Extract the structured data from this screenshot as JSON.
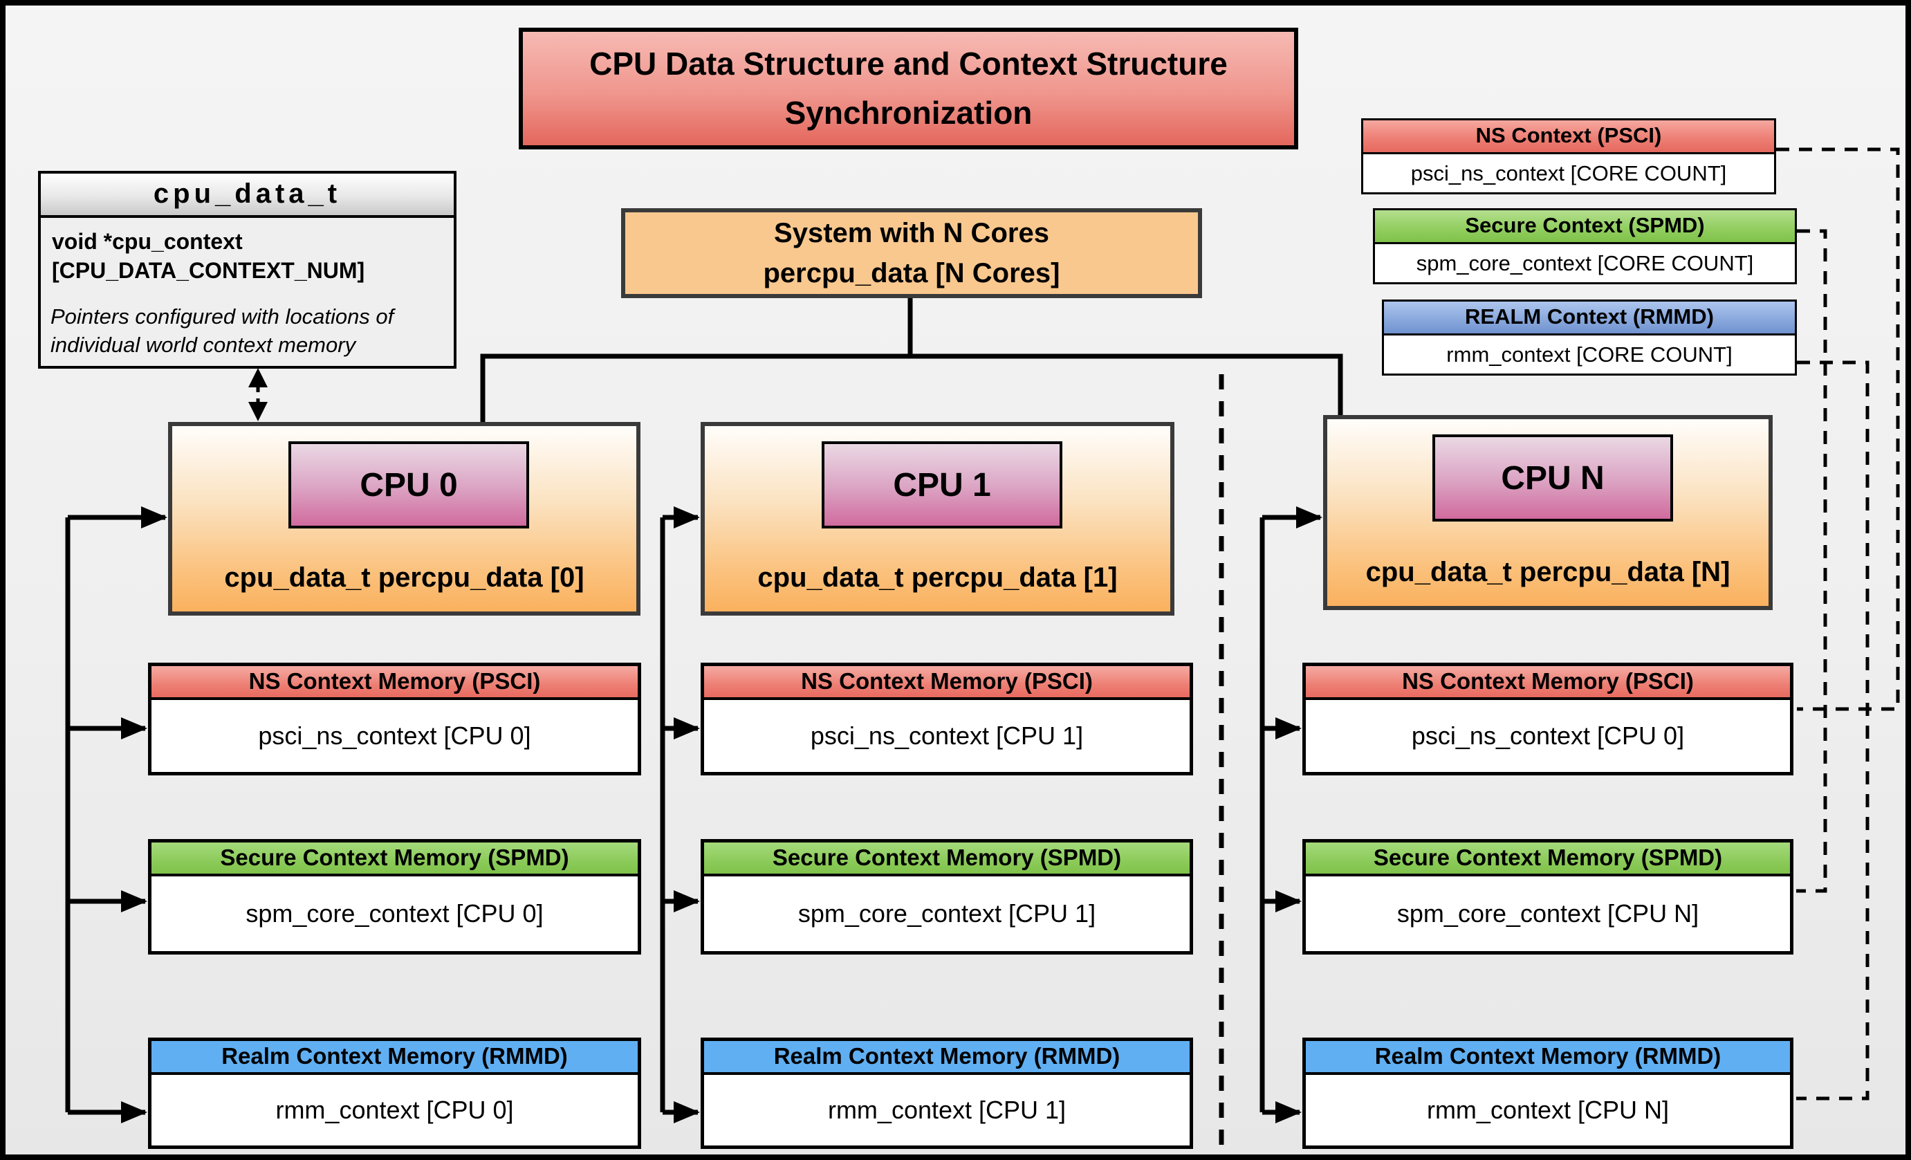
{
  "title": "CPU Data Structure and Context Structure Synchronization",
  "cpu_data_struct": {
    "header": "cpu_data_t",
    "field": "void *cpu_context [CPU_DATA_CONTEXT_NUM]",
    "note": "Pointers configured with locations of individual world context memory"
  },
  "system_box": {
    "line1": "System with N Cores",
    "line2": "percpu_data [N Cores]"
  },
  "legend": {
    "ns": {
      "header": "NS Context  (PSCI)",
      "body": "psci_ns_context [CORE COUNT]"
    },
    "secure": {
      "header": "Secure Context (SPMD)",
      "body": "spm_core_context [CORE COUNT]"
    },
    "realm": {
      "header": "REALM Context (RMMD)",
      "body": "rmm_context [CORE COUNT]"
    }
  },
  "cpus": [
    {
      "label": "CPU 0",
      "data_label": "cpu_data_t percpu_data [0]",
      "ns_header": "NS Context Memory (PSCI)",
      "ns_body": "psci_ns_context [CPU 0]",
      "secure_header": "Secure Context Memory (SPMD)",
      "secure_body": "spm_core_context [CPU 0]",
      "realm_header": "Realm Context Memory (RMMD)",
      "realm_body": "rmm_context [CPU 0]"
    },
    {
      "label": "CPU 1",
      "data_label": "cpu_data_t percpu_data [1]",
      "ns_header": "NS Context Memory (PSCI)",
      "ns_body": "psci_ns_context [CPU 1]",
      "secure_header": "Secure Context Memory (SPMD)",
      "secure_body": "spm_core_context [CPU 1]",
      "realm_header": "Realm Context Memory (RMMD)",
      "realm_body": "rmm_context [CPU 1]"
    },
    {
      "label": "CPU N",
      "data_label": "cpu_data_t percpu_data [N]",
      "ns_header": "NS Context Memory (PSCI)",
      "ns_body": "psci_ns_context [CPU 0]",
      "secure_header": "Secure Context Memory (SPMD)",
      "secure_body": "spm_core_context [CPU N]",
      "realm_header": "Realm Context Memory (RMMD)",
      "realm_body": "rmm_context [CPU N]"
    }
  ],
  "colors": {
    "title_red": "#e4675d",
    "header_red": "#e86a60",
    "header_green": "#7fc24a",
    "header_blue": "#60aff2",
    "legend_blue": "#7092cf",
    "system_orange": "#f9c88e",
    "cpu_box_orange": "#fab15e",
    "cpu_chip_purple": "#d06b9e",
    "line_black": "#000000"
  }
}
